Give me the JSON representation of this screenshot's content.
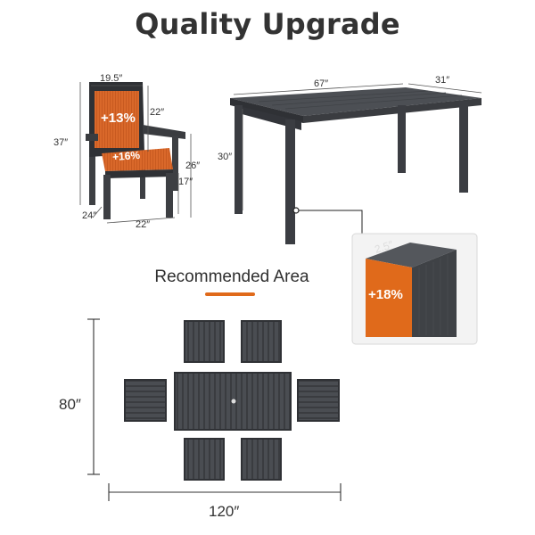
{
  "header": {
    "title": "Quality Upgrade"
  },
  "chair": {
    "width_top": "19.5″",
    "height_total": "37″",
    "back_height": "22″",
    "arm_height": "26″",
    "seat_height": "17″",
    "depth": "24″",
    "width_bottom": "22″",
    "back_badge": "+13%",
    "seat_badge": "+16%",
    "accent_color": "#d9682a"
  },
  "table": {
    "length": "67″",
    "width": "31″",
    "height": "30″",
    "leg_size": "2.5″",
    "leg_badge": "+18%"
  },
  "area": {
    "title": "Recommended Area",
    "height": "80″",
    "width": "120″",
    "accent_color": "#e06a1b"
  }
}
